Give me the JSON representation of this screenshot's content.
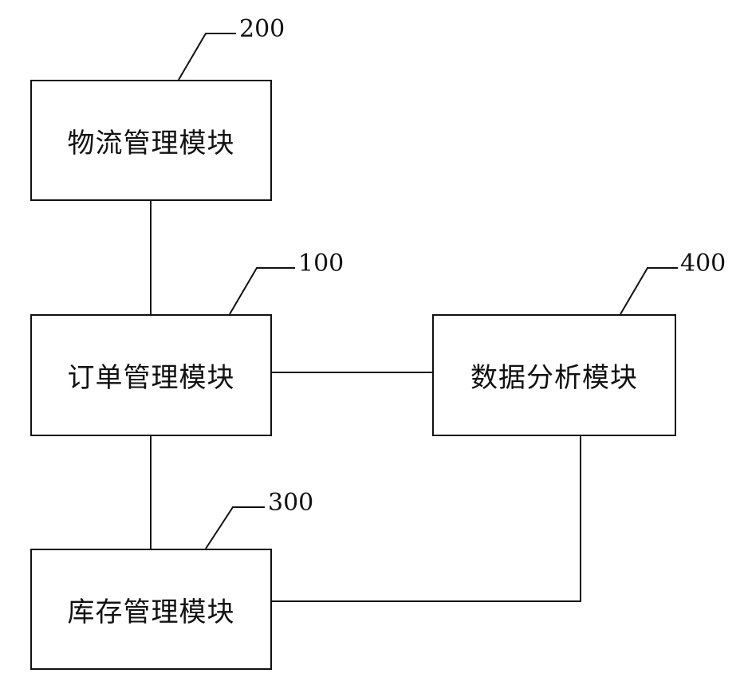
{
  "modules": {
    "logistics": {
      "label": "物流管理模块",
      "ref": "200"
    },
    "order": {
      "label": "订单管理模块",
      "ref": "100"
    },
    "analysis": {
      "label": "数据分析模块",
      "ref": "400"
    },
    "inventory": {
      "label": "库存管理模块",
      "ref": "300"
    }
  }
}
